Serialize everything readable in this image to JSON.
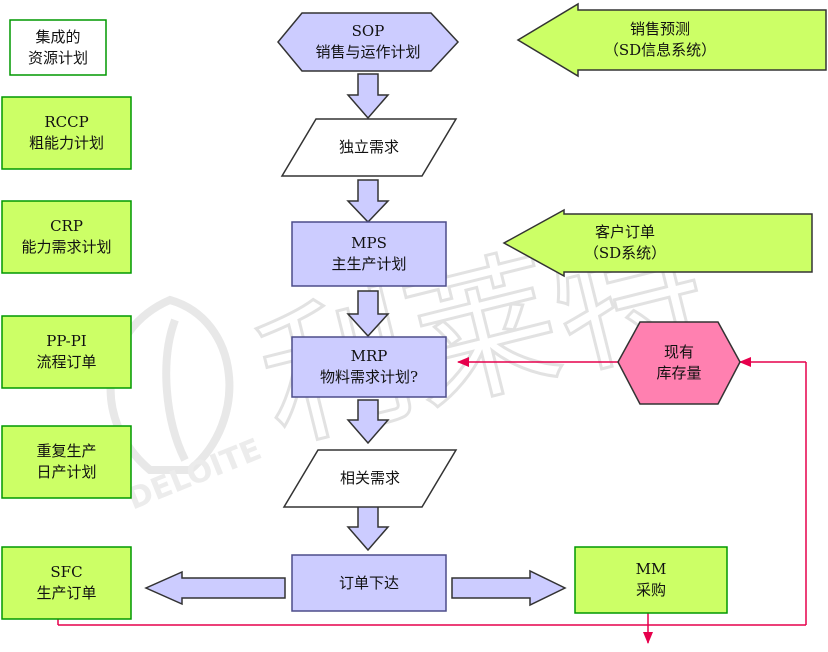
{
  "colors": {
    "green_box": "#ccff66",
    "green_border": "#009900",
    "purple_box": "#ccccff",
    "purple_border": "#4d4d8a",
    "pink": "#ff80b0",
    "red_line": "#e6004c",
    "watermark": "#e6e6e6"
  },
  "title_box": {
    "line1": "集成的",
    "line2": "资源计划"
  },
  "left_boxes": [
    {
      "line1": "RCCP",
      "line2": "粗能力计划"
    },
    {
      "line1": "CRP",
      "line2": "能力需求计划"
    },
    {
      "line1": "PP-PI",
      "line2": "流程订单"
    },
    {
      "line1": "重复生产",
      "line2": "日产计划"
    },
    {
      "line1": "SFC",
      "line2": "生产订单"
    }
  ],
  "flow": {
    "sop": {
      "line1": "SOP",
      "line2": "销售与运作计划"
    },
    "independent_demand": "独立需求",
    "mps": {
      "line1": "MPS",
      "line2": "主生产计划"
    },
    "mrp": {
      "line1": "MRP",
      "line2": "物料需求计划?"
    },
    "dependent_demand": "相关需求",
    "order_release": "订单下达",
    "mm": {
      "line1": "MM",
      "line2": "采购"
    }
  },
  "sales_forecast": {
    "line1": "销售预测",
    "line2": "（SD信息系统）"
  },
  "customer_order": {
    "line1": "客户订单",
    "line2": "（SD系统）"
  },
  "inventory": {
    "line1": "现有",
    "line2": "库存量"
  },
  "watermark": {
    "text": "利莱特",
    "logo": "DELOITE"
  }
}
